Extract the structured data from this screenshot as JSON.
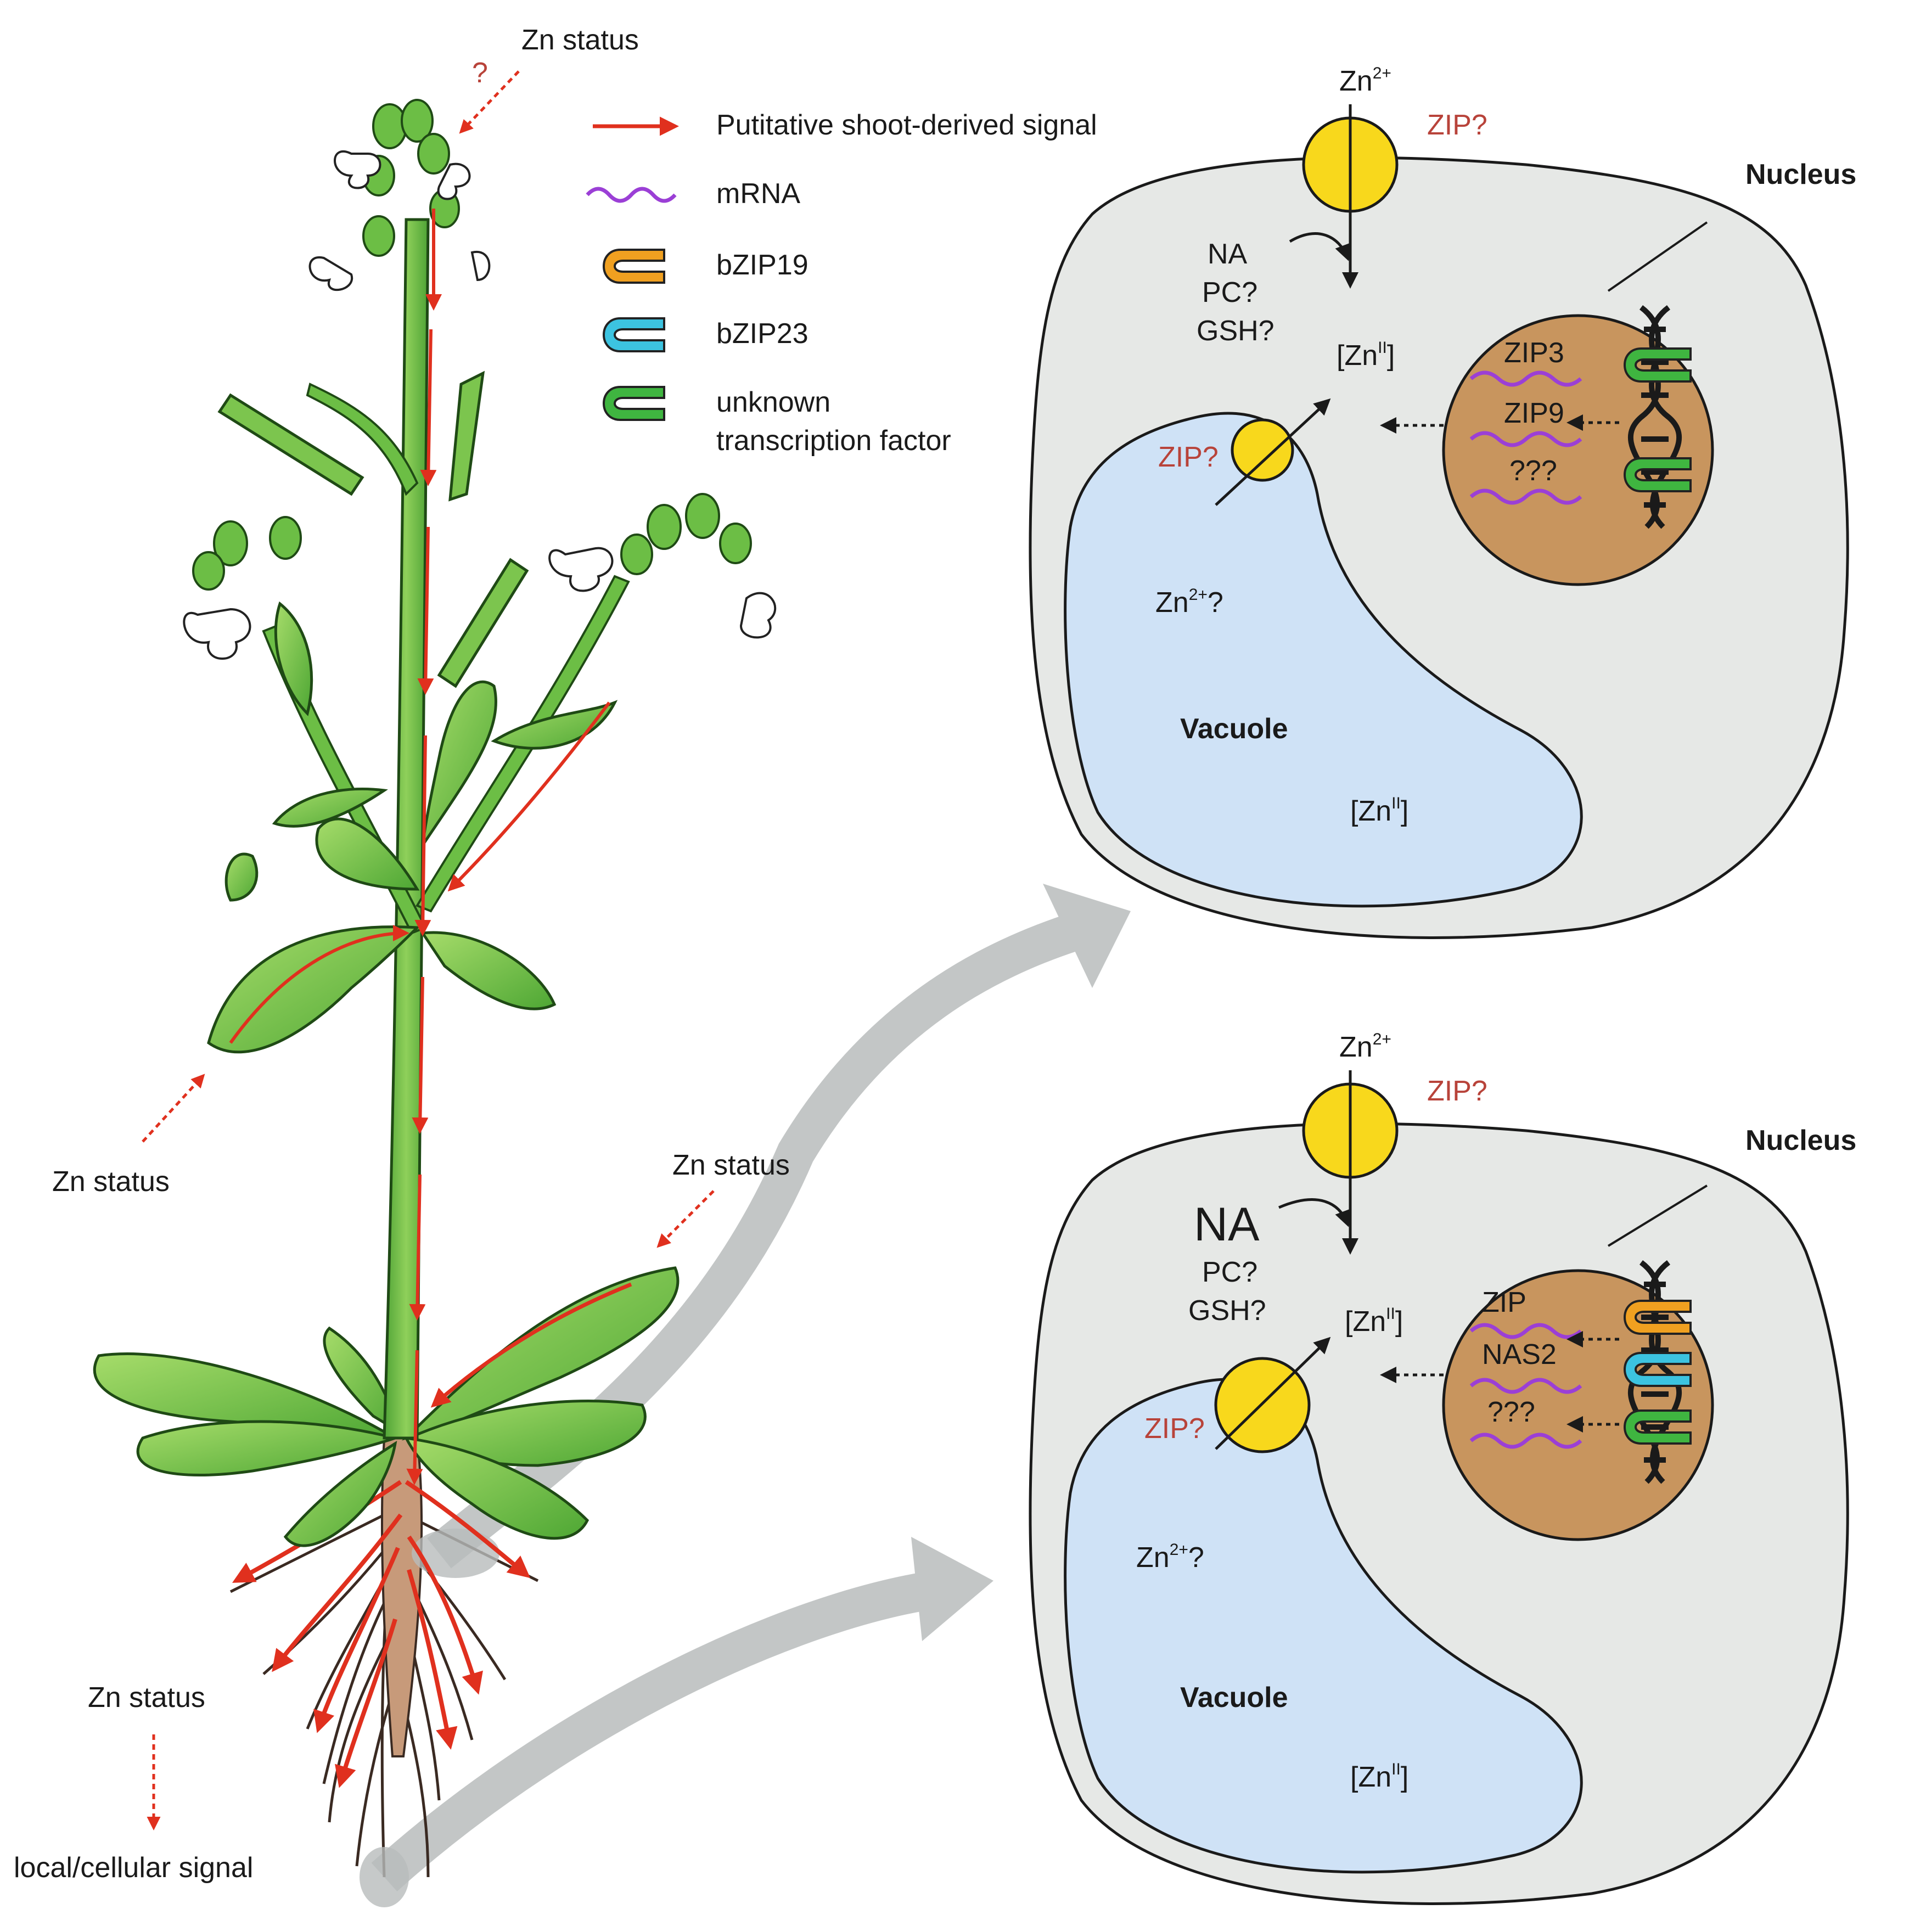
{
  "legend": {
    "signal": "Putitative shoot-derived signal",
    "mrna": "mRNA",
    "bzip19": "bZIP19",
    "bzip23": "bZIP23",
    "unknown_tf_line1": "unknown",
    "unknown_tf_line2": "transcription factor"
  },
  "plant": {
    "zn_status_top": "Zn status",
    "question_mark": "?",
    "zn_status_left": "Zn status",
    "zn_status_right": "Zn status",
    "zn_status_root": "Zn status",
    "local_signal": "local/cellular signal"
  },
  "cell_top": {
    "zn_ion": "Zn",
    "zn_charge": "2+",
    "zip_membrane": "ZIP?",
    "nucleus": "Nucleus",
    "na": "NA",
    "pc": "PC?",
    "gsh": "GSH?",
    "zn_complex": "[Zn",
    "zn_complex_sup": "II",
    "zn_complex_end": "]",
    "zip_vacuole": "ZIP?",
    "vac_zn": "Zn",
    "vac_zn_charge": "2+",
    "vac_zn_q": "?",
    "vacuole": "Vacuole",
    "vac_complex": "[Zn",
    "vac_complex_sup": "II",
    "vac_complex_end": "]",
    "genes": [
      "ZIP3",
      "ZIP9",
      "???"
    ]
  },
  "cell_bottom": {
    "zn_ion": "Zn",
    "zn_charge": "2+",
    "zip_membrane": "ZIP?",
    "nucleus": "Nucleus",
    "na": "NA",
    "pc": "PC?",
    "gsh": "GSH?",
    "zn_complex": "[Zn",
    "zn_complex_sup": "II",
    "zn_complex_end": "]",
    "zip_vacuole": "ZIP?",
    "vac_zn": "Zn",
    "vac_zn_charge": "2+",
    "vac_zn_q": "?",
    "vacuole": "Vacuole",
    "vac_complex": "[Zn",
    "vac_complex_sup": "II",
    "vac_complex_end": "]",
    "genes": [
      "ZIP",
      "NAS2",
      "???"
    ]
  },
  "colors": {
    "signal_red": "#e0301e",
    "mrna_purple": "#9b3fd6",
    "bzip19_orange": "#f0a020",
    "bzip23_cyan": "#3cc3e0",
    "unknown_green": "#3fb540",
    "leaf_green": "#6cbe45",
    "cell_grey": "#e6e8e6",
    "vacuole_blue": "#cfe2f6",
    "nucleus_brown": "#c8955e",
    "transporter_yellow": "#f8d81c",
    "arrow_grey": "#c3c6c6"
  }
}
